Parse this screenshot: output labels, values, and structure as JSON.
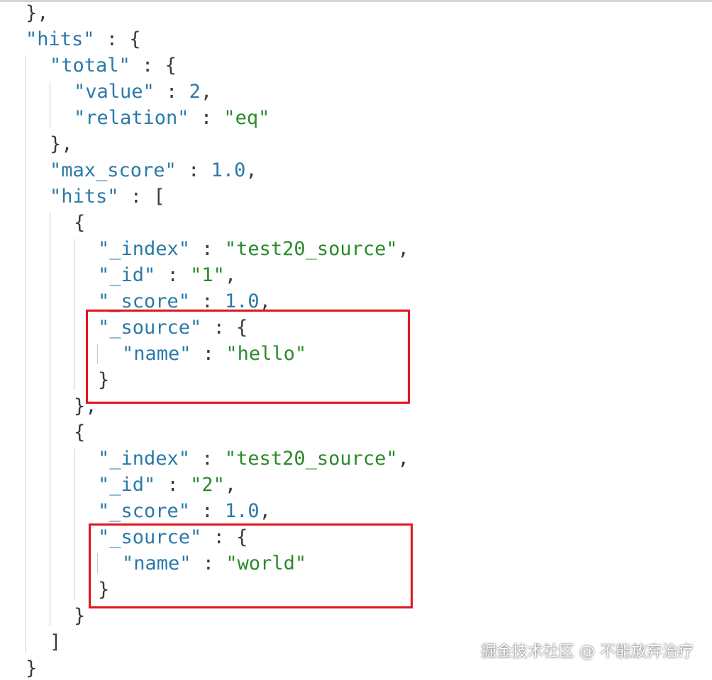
{
  "colors": {
    "key": "#2a7aa8",
    "string": "#2b8a2b",
    "number": "#2a7aa8",
    "punct": "#3b3b3b",
    "highlight": "#e0141e",
    "guide": "#c8c8c8"
  },
  "lines": [
    {
      "indent": 1,
      "tokens": [
        {
          "t": "punct",
          "v": "},"
        }
      ]
    },
    {
      "indent": 1,
      "tokens": [
        {
          "t": "key",
          "v": "\"hits\""
        },
        {
          "t": "punct",
          "v": " : {"
        }
      ]
    },
    {
      "indent": 2,
      "tokens": [
        {
          "t": "key",
          "v": "\"total\""
        },
        {
          "t": "punct",
          "v": " : {"
        }
      ]
    },
    {
      "indent": 3,
      "tokens": [
        {
          "t": "key",
          "v": "\"value\""
        },
        {
          "t": "punct",
          "v": " : "
        },
        {
          "t": "num",
          "v": "2"
        },
        {
          "t": "punct",
          "v": ","
        }
      ]
    },
    {
      "indent": 3,
      "tokens": [
        {
          "t": "key",
          "v": "\"relation\""
        },
        {
          "t": "punct",
          "v": " : "
        },
        {
          "t": "str",
          "v": "\"eq\""
        }
      ]
    },
    {
      "indent": 2,
      "tokens": [
        {
          "t": "punct",
          "v": "},"
        }
      ]
    },
    {
      "indent": 2,
      "tokens": [
        {
          "t": "key",
          "v": "\"max_score\""
        },
        {
          "t": "punct",
          "v": " : "
        },
        {
          "t": "num",
          "v": "1.0"
        },
        {
          "t": "punct",
          "v": ","
        }
      ]
    },
    {
      "indent": 2,
      "tokens": [
        {
          "t": "key",
          "v": "\"hits\""
        },
        {
          "t": "punct",
          "v": " : ["
        }
      ]
    },
    {
      "indent": 3,
      "tokens": [
        {
          "t": "punct",
          "v": "{"
        }
      ]
    },
    {
      "indent": 4,
      "tokens": [
        {
          "t": "key",
          "v": "\"_index\""
        },
        {
          "t": "punct",
          "v": " : "
        },
        {
          "t": "str",
          "v": "\"test20_source\""
        },
        {
          "t": "punct",
          "v": ","
        }
      ]
    },
    {
      "indent": 4,
      "tokens": [
        {
          "t": "key",
          "v": "\"_id\""
        },
        {
          "t": "punct",
          "v": " : "
        },
        {
          "t": "str",
          "v": "\"1\""
        },
        {
          "t": "punct",
          "v": ","
        }
      ]
    },
    {
      "indent": 4,
      "tokens": [
        {
          "t": "key",
          "v": "\"_score\""
        },
        {
          "t": "punct",
          "v": " : "
        },
        {
          "t": "num",
          "v": "1.0"
        },
        {
          "t": "punct",
          "v": ","
        }
      ]
    },
    {
      "indent": 4,
      "tokens": [
        {
          "t": "key",
          "v": "\"_source\""
        },
        {
          "t": "punct",
          "v": " : {"
        }
      ]
    },
    {
      "indent": 5,
      "tokens": [
        {
          "t": "key",
          "v": "\"name\""
        },
        {
          "t": "punct",
          "v": " : "
        },
        {
          "t": "str",
          "v": "\"hello\""
        }
      ]
    },
    {
      "indent": 4,
      "tokens": [
        {
          "t": "punct",
          "v": "}"
        }
      ]
    },
    {
      "indent": 3,
      "tokens": [
        {
          "t": "punct",
          "v": "},"
        }
      ]
    },
    {
      "indent": 3,
      "tokens": [
        {
          "t": "punct",
          "v": "{"
        }
      ]
    },
    {
      "indent": 4,
      "tokens": [
        {
          "t": "key",
          "v": "\"_index\""
        },
        {
          "t": "punct",
          "v": " : "
        },
        {
          "t": "str",
          "v": "\"test20_source\""
        },
        {
          "t": "punct",
          "v": ","
        }
      ]
    },
    {
      "indent": 4,
      "tokens": [
        {
          "t": "key",
          "v": "\"_id\""
        },
        {
          "t": "punct",
          "v": " : "
        },
        {
          "t": "str",
          "v": "\"2\""
        },
        {
          "t": "punct",
          "v": ","
        }
      ]
    },
    {
      "indent": 4,
      "tokens": [
        {
          "t": "key",
          "v": "\"_score\""
        },
        {
          "t": "punct",
          "v": " : "
        },
        {
          "t": "num",
          "v": "1.0"
        },
        {
          "t": "punct",
          "v": ","
        }
      ]
    },
    {
      "indent": 4,
      "tokens": [
        {
          "t": "key",
          "v": "\"_source\""
        },
        {
          "t": "punct",
          "v": " : {"
        }
      ]
    },
    {
      "indent": 5,
      "tokens": [
        {
          "t": "key",
          "v": "\"name\""
        },
        {
          "t": "punct",
          "v": " : "
        },
        {
          "t": "str",
          "v": "\"world\""
        }
      ]
    },
    {
      "indent": 4,
      "tokens": [
        {
          "t": "punct",
          "v": "}"
        }
      ]
    },
    {
      "indent": 3,
      "tokens": [
        {
          "t": "punct",
          "v": "}"
        }
      ]
    },
    {
      "indent": 2,
      "tokens": [
        {
          "t": "punct",
          "v": "]"
        }
      ]
    },
    {
      "indent": 1,
      "tokens": [
        {
          "t": "punct",
          "v": "}"
        }
      ]
    }
  ],
  "watermark": "掘金技术社区 @ 不能放弃治疗"
}
